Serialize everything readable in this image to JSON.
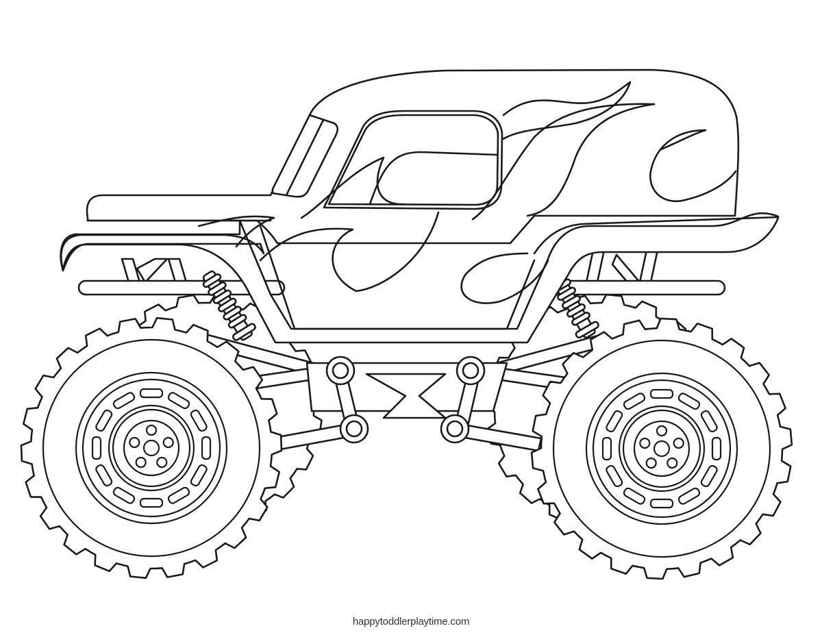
{
  "page": {
    "type": "coloring-page",
    "subject": "monster truck",
    "background_color": "#ffffff",
    "line_color": "#1a1a1a"
  },
  "illustration": {
    "name": "monster-truck-line-art",
    "parts": {
      "front_wheel": {
        "rim_slots": 12,
        "lug_nuts": 5
      },
      "rear_wheel": {
        "rim_slots": 12,
        "lug_nuts": 5
      },
      "suspension_joints": 4,
      "shocks": 2,
      "body_decoration": "flames"
    }
  },
  "footer": {
    "watermark": "happytoddlerplaytime.com"
  }
}
